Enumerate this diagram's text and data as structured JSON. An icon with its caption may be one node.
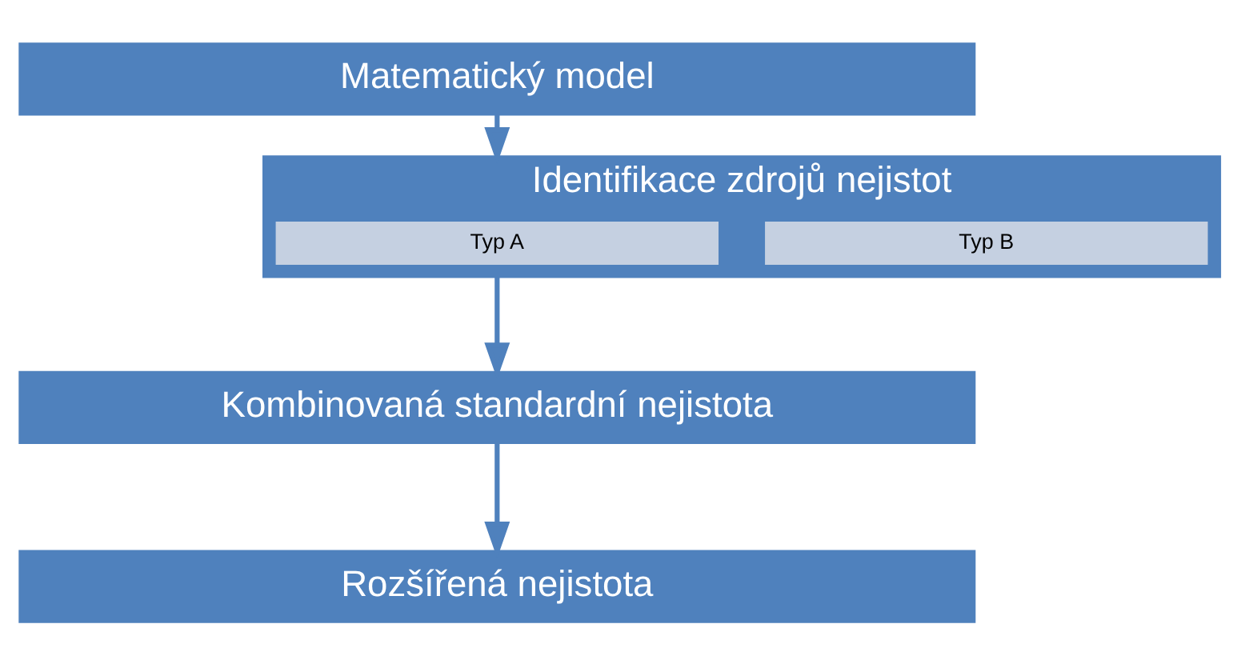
{
  "diagram": {
    "nodes": [
      {
        "text": [
          "Matematický model"
        ]
      },
      {
        "text": [
          "Identifikace zdrojů nejistot"
        ]
      },
      {
        "text": [
          "Typ A"
        ],
        "in": 1
      },
      {
        "text": [
          "Typ B"
        ],
        "in": 1
      },
      {
        "text": [
          "Kombinovaná standardní nejistota"
        ]
      },
      {
        "text": [
          "Rozšířená nejistota"
        ]
      }
    ],
    "edges": [
      {
        "from": 0,
        "to": 1,
        "arrow": "to"
      },
      {
        "from": 1,
        "to": 4,
        "arrow": "to"
      },
      {
        "from": 4,
        "to": 5,
        "arrow": "to"
      }
    ]
  }
}
